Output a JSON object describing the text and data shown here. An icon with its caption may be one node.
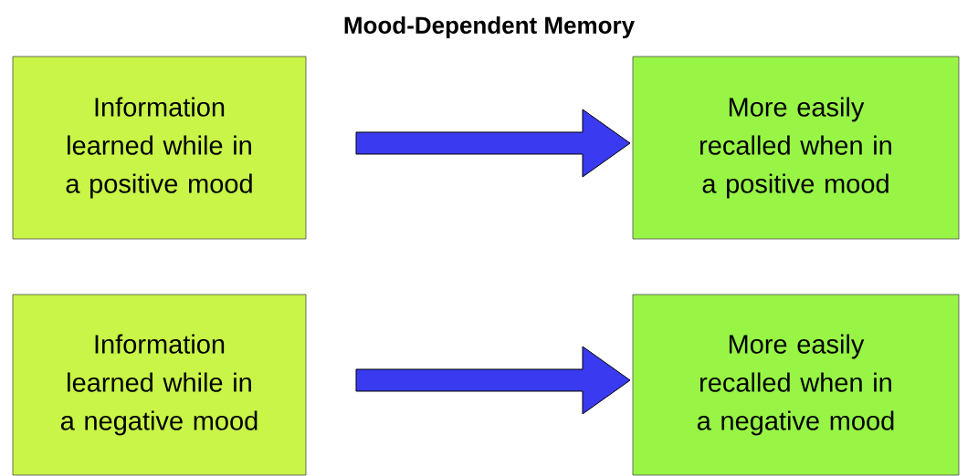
{
  "diagram": {
    "title": "Mood-Dependent Memory",
    "nodes": [
      {
        "text": [
          "Information learned while in a positive mood"
        ]
      },
      {
        "text": [
          "More easily recalled when in a positive mood"
        ]
      },
      {
        "text": [
          "Information learned while in a negative mood"
        ]
      },
      {
        "text": [
          "More easily recalled when in a negative mood"
        ]
      }
    ],
    "edges": [
      {
        "from": 0,
        "to": 1,
        "arrow": "to"
      },
      {
        "from": 2,
        "to": 3,
        "arrow": "to"
      }
    ]
  }
}
